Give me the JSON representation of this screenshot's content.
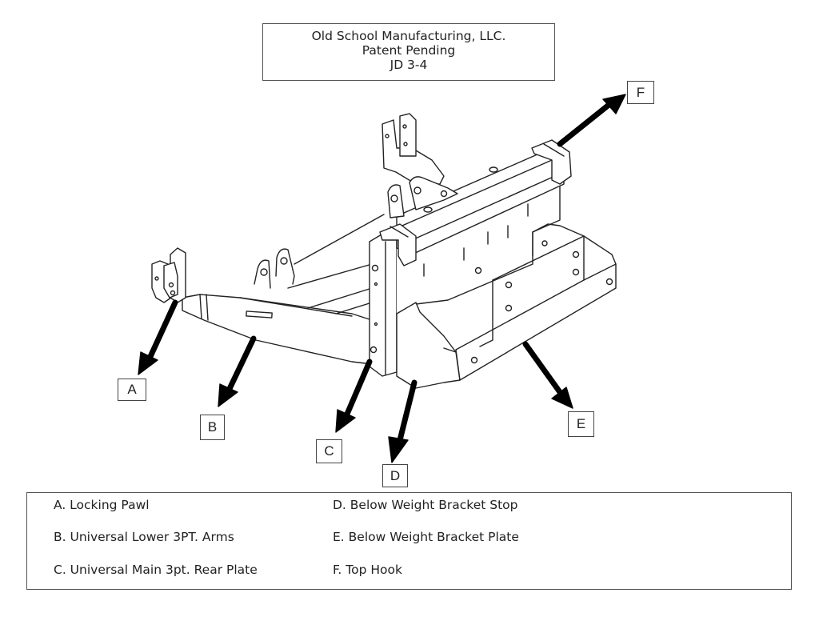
{
  "title_block": {
    "lines": [
      "Old School Manufacturing, LLC.",
      "Patent Pending",
      "JD 3-4"
    ]
  },
  "callouts": [
    {
      "id": "A",
      "label": "A"
    },
    {
      "id": "B",
      "label": "B"
    },
    {
      "id": "C",
      "label": "C"
    },
    {
      "id": "D",
      "label": "D"
    },
    {
      "id": "E",
      "label": "E"
    },
    {
      "id": "F",
      "label": "F"
    }
  ],
  "legend": {
    "items": [
      {
        "key": "A",
        "text": "A. Locking Pawl"
      },
      {
        "key": "B",
        "text": "B. Universal Lower 3PT. Arms"
      },
      {
        "key": "C",
        "text": "C. Universal Main 3pt. Rear Plate"
      },
      {
        "key": "D",
        "text": "D. Below Weight Bracket Stop"
      },
      {
        "key": "E",
        "text": "E. Below Weight Bracket Plate"
      },
      {
        "key": "F",
        "text": "F. Top Hook"
      }
    ]
  },
  "colors": {
    "line": "#222222",
    "arrow": "#000000",
    "border": "#555555"
  }
}
